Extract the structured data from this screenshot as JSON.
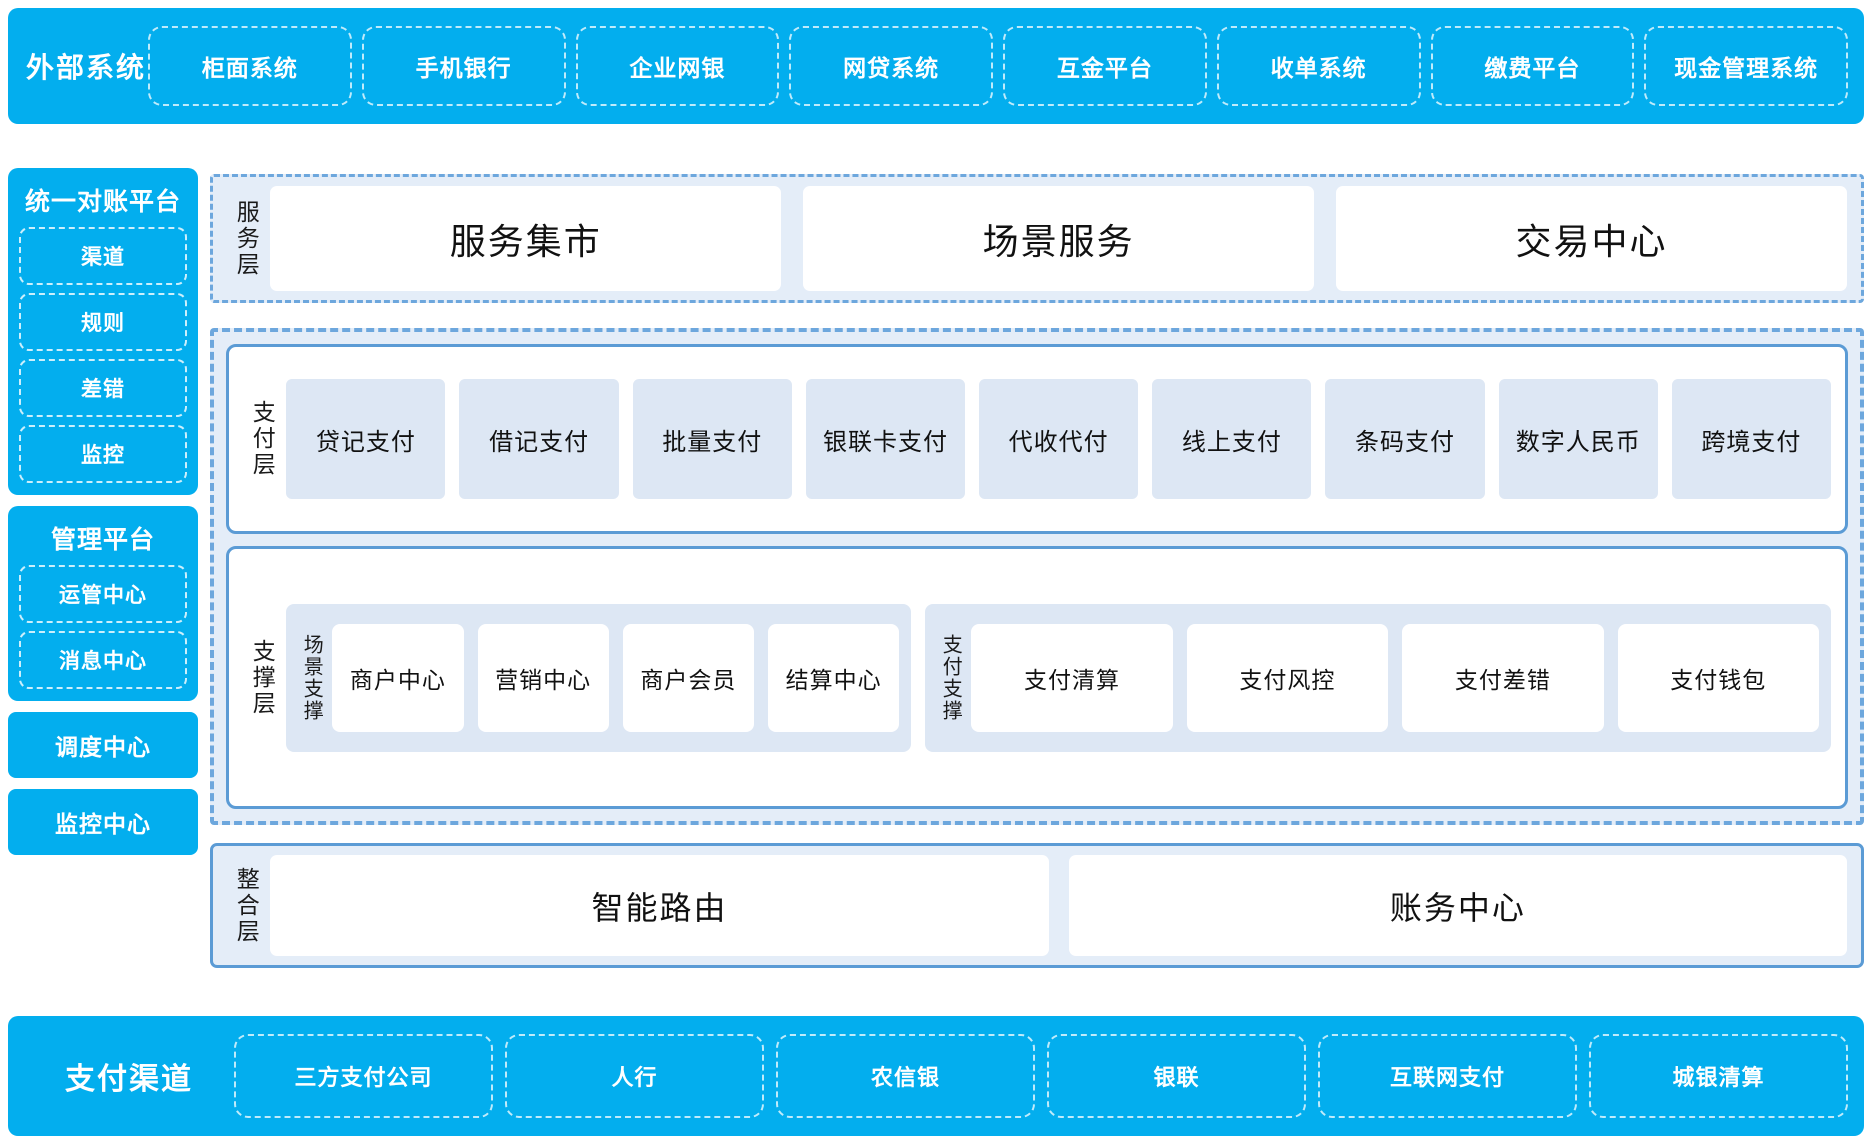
{
  "theme": {
    "primary_blue": "#03AEEE",
    "panel_blue": "#E4EDF8",
    "chip_blue": "#DDE7F4",
    "border_blue": "#5B9BD5",
    "dash_blue": "#6DA7DD",
    "card_white": "#FFFFFF"
  },
  "external_systems": {
    "title": "外部系统",
    "items": [
      {
        "label": "柜面系统"
      },
      {
        "label": "手机银行"
      },
      {
        "label": "企业网银"
      },
      {
        "label": "网贷系统"
      },
      {
        "label": "互金平台"
      },
      {
        "label": "收单系统"
      },
      {
        "label": "缴费平台"
      },
      {
        "label": "现金管理系统"
      }
    ]
  },
  "sidebar": {
    "blocks": [
      {
        "title": "统一对账平台",
        "items": [
          {
            "label": "渠道"
          },
          {
            "label": "规则"
          },
          {
            "label": "差错"
          },
          {
            "label": "监控"
          }
        ]
      },
      {
        "title": "管理平台",
        "items": [
          {
            "label": "运管中心"
          },
          {
            "label": "消息中心"
          }
        ]
      }
    ],
    "standalone": [
      {
        "label": "调度中心"
      },
      {
        "label": "监控中心"
      }
    ]
  },
  "service_layer": {
    "label": "服务层",
    "cards": [
      {
        "label": "服务集市"
      },
      {
        "label": "场景服务"
      },
      {
        "label": "交易中心"
      }
    ]
  },
  "payment_layer": {
    "label": "支付层",
    "items": [
      {
        "label": "贷记支付"
      },
      {
        "label": "借记支付"
      },
      {
        "label": "批量支付"
      },
      {
        "label": "银联卡支付"
      },
      {
        "label": "代收代付"
      },
      {
        "label": "线上支付"
      },
      {
        "label": "条码支付"
      },
      {
        "label": "数字人民币"
      },
      {
        "label": "跨境支付"
      }
    ]
  },
  "support_layer": {
    "label": "支撑层",
    "groups": [
      {
        "label": "场景支撑",
        "items": [
          {
            "label": "商户中心"
          },
          {
            "label": "营销中心"
          },
          {
            "label": "商户会员"
          },
          {
            "label": "结算中心"
          }
        ]
      },
      {
        "label": "支付支撑",
        "items": [
          {
            "label": "支付清算"
          },
          {
            "label": "支付风控"
          },
          {
            "label": "支付差错"
          },
          {
            "label": "支付钱包"
          }
        ]
      }
    ]
  },
  "integration_layer": {
    "label": "整合层",
    "cards": [
      {
        "label": "智能路由"
      },
      {
        "label": "账务中心"
      }
    ]
  },
  "payment_channels": {
    "title": "支付渠道",
    "items": [
      {
        "label": "三方支付公司"
      },
      {
        "label": "人行"
      },
      {
        "label": "农信银"
      },
      {
        "label": "银联"
      },
      {
        "label": "互联网支付"
      },
      {
        "label": "城银清算"
      }
    ]
  }
}
